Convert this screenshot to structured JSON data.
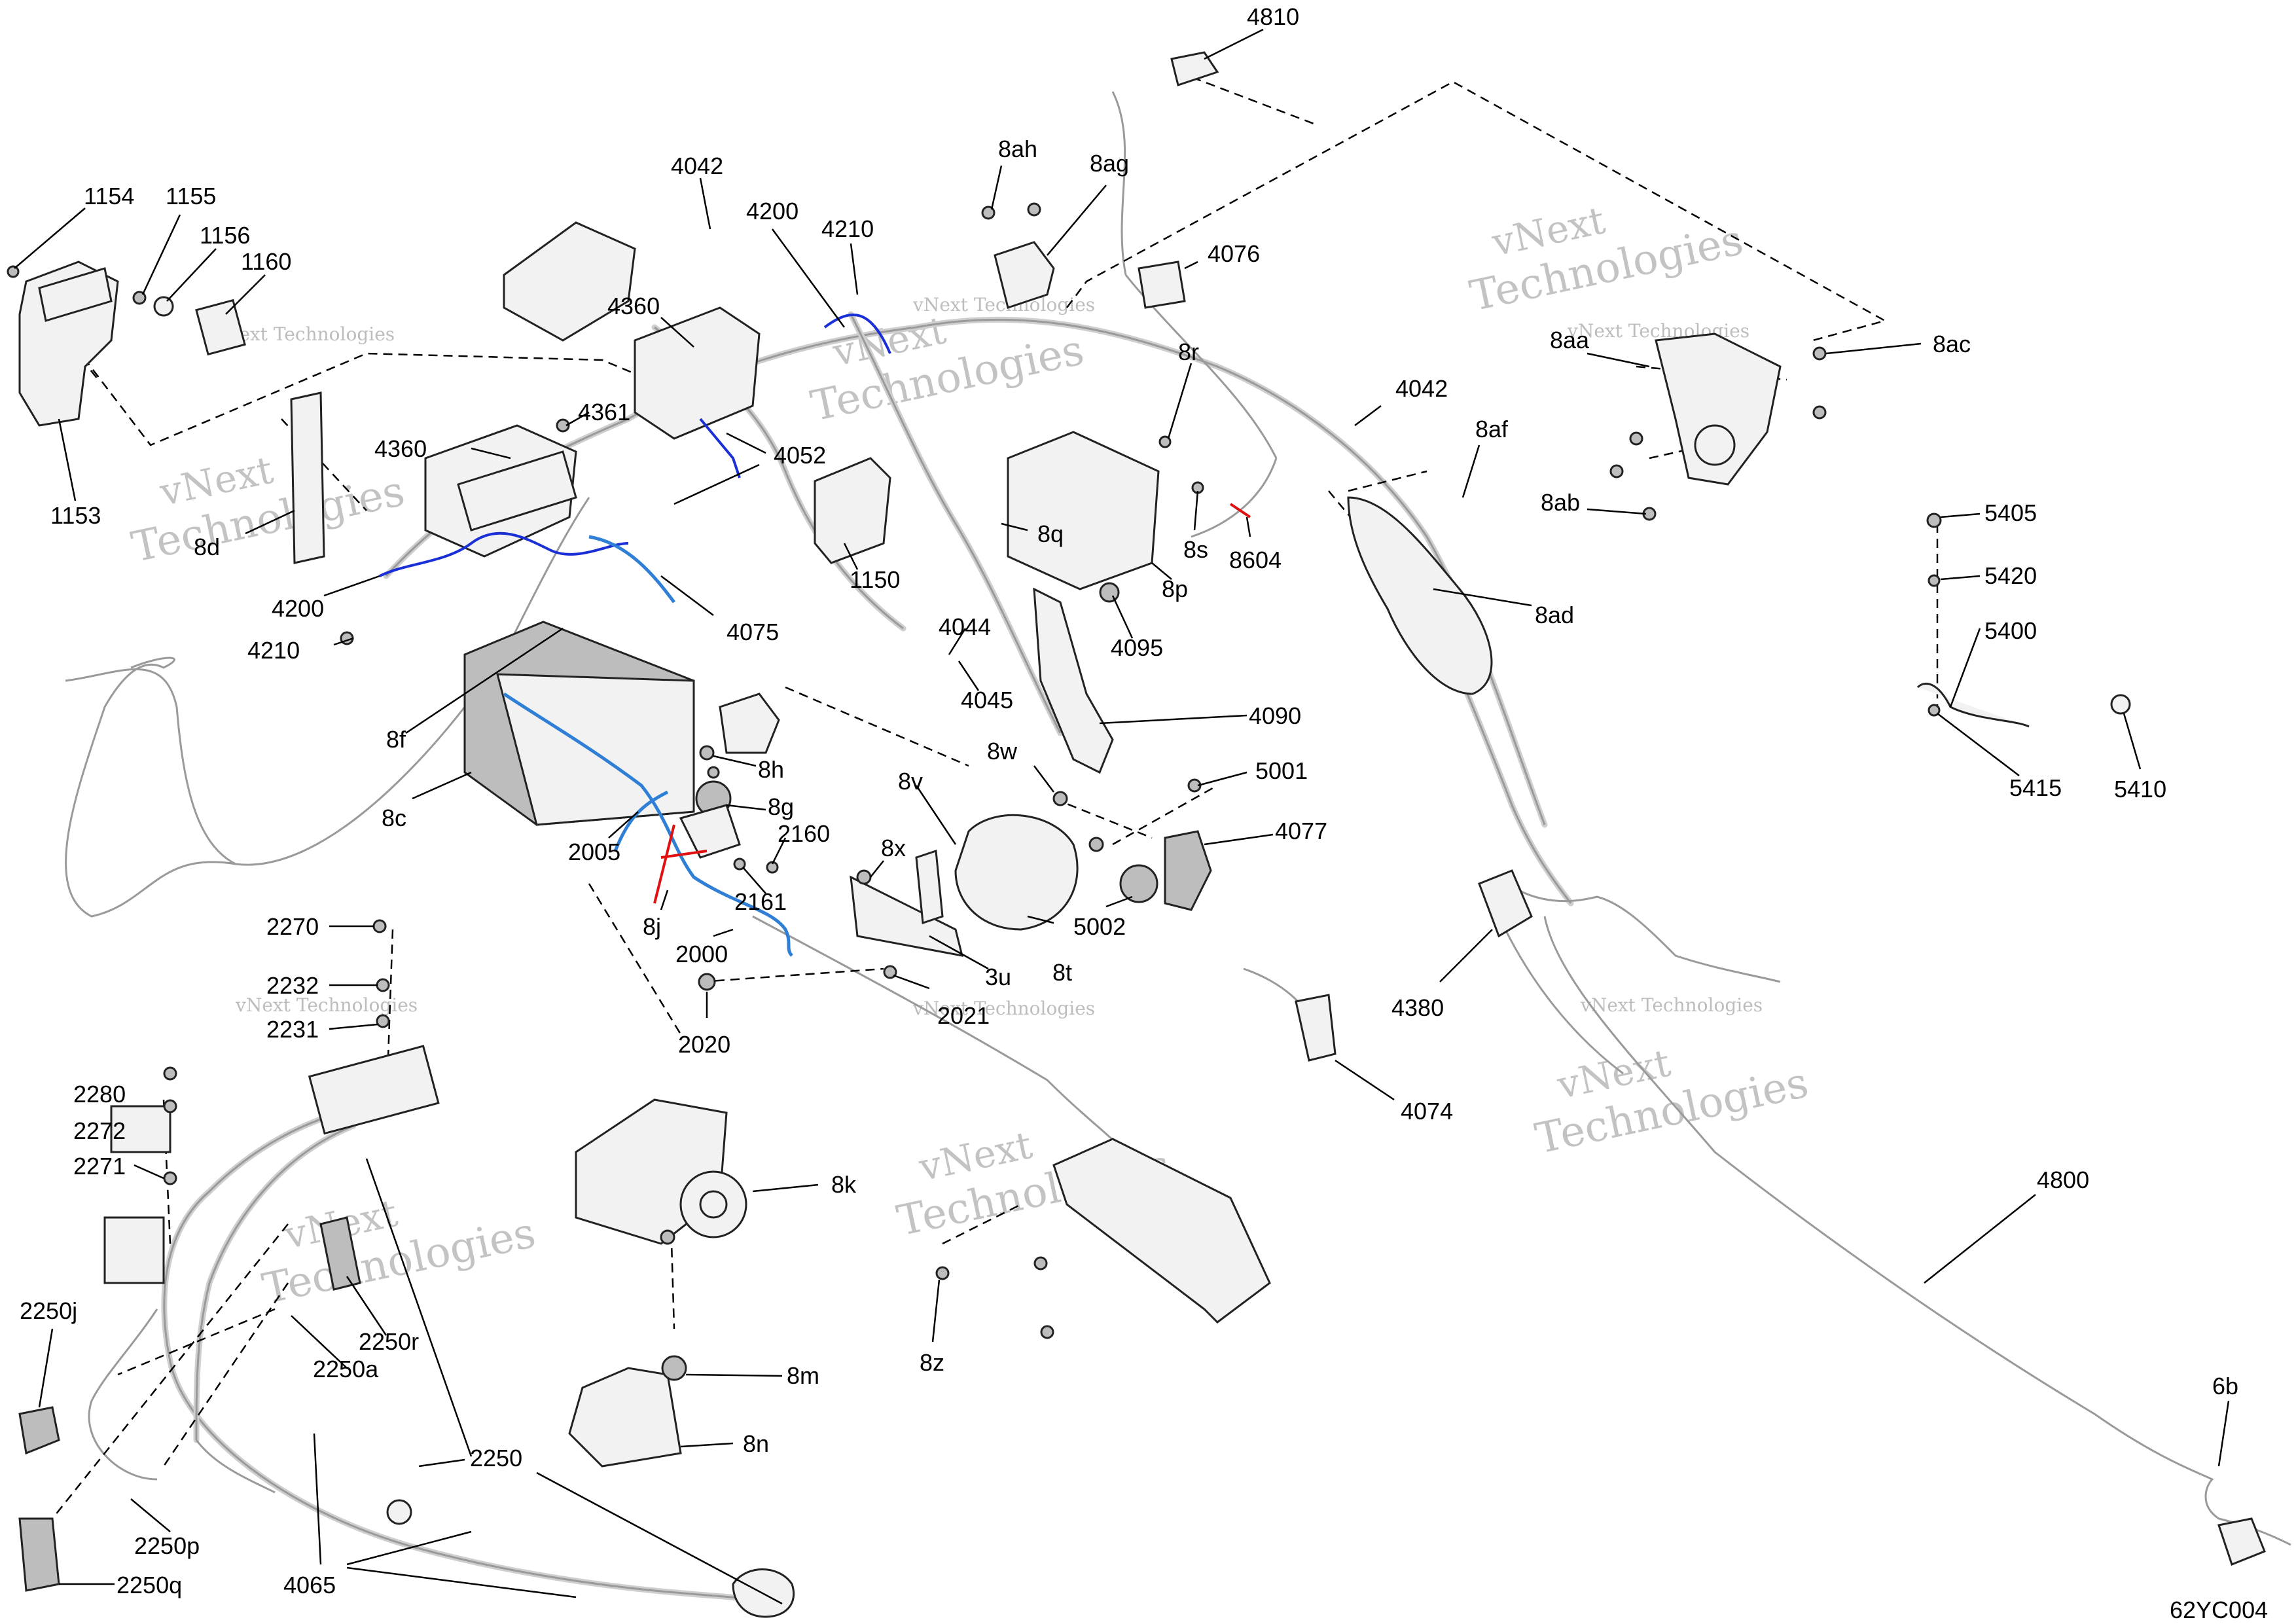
{
  "watermark": {
    "line1": "vNext",
    "line2": "Technologies",
    "line3": "vNext Technologies"
  },
  "code": "62YC004",
  "labels": {
    "l1154": "1154",
    "l1155": "1155",
    "l1156": "1156",
    "l1160": "1160",
    "l1153": "1153",
    "l4042a": "4042",
    "l4200a": "4200",
    "l4210a": "4210",
    "l4360a": "4360",
    "l4361": "4361",
    "l4360b": "4360",
    "l4052": "4052",
    "l1150": "1150",
    "l8d": "8d",
    "l4200b": "4200",
    "l4210b": "4210",
    "l4075": "4075",
    "l8f": "8f",
    "l8c": "8c",
    "l8ah": "8ah",
    "l8ag": "8ag",
    "l4810": "4810",
    "l4076": "4076",
    "l8r": "8r",
    "l4042b": "4042",
    "l8aa": "8aa",
    "l8ac": "8ac",
    "l8af": "8af",
    "l8ab": "8ab",
    "l8q": "8q",
    "l8s": "8s",
    "l8604": "8604",
    "l8p": "8p",
    "l8ad": "8ad",
    "l4044": "4044",
    "l4045": "4045",
    "l4095": "4095",
    "l4090": "4090",
    "l8h": "8h",
    "l8w": "8w",
    "l5001": "5001",
    "l8g": "8g",
    "l8v": "8v",
    "l2005": "2005",
    "l2160": "2160",
    "l8x": "8x",
    "l4077": "4077",
    "l2161": "2161",
    "l8j": "8j",
    "l5002": "5002",
    "l2000": "2000",
    "l3u": "3u",
    "l8t": "8t",
    "l2021": "2021",
    "l2020": "2020",
    "l2270": "2270",
    "l2232": "2232",
    "l2231": "2231",
    "l2280": "2280",
    "l2272": "2272",
    "l2271": "2271",
    "l2250j": "2250j",
    "l2250r": "2250r",
    "l2250a": "2250a",
    "l2250": "2250",
    "l2250p": "2250p",
    "l2250q": "2250q",
    "l4065": "4065",
    "l8k": "8k",
    "l8m": "8m",
    "l8n": "8n",
    "l8z": "8z",
    "l4380": "4380",
    "l4074": "4074",
    "l4800": "4800",
    "l6b": "6b",
    "l5405": "5405",
    "l5420": "5420",
    "l5400": "5400",
    "l5415": "5415",
    "l5410": "5410"
  },
  "colors": {
    "highlight_blue": "#1a2fd6",
    "highlight_light_blue": "#2f7fd6",
    "highlight_red": "#e01010",
    "harness_gray": "#9a9a9a"
  }
}
